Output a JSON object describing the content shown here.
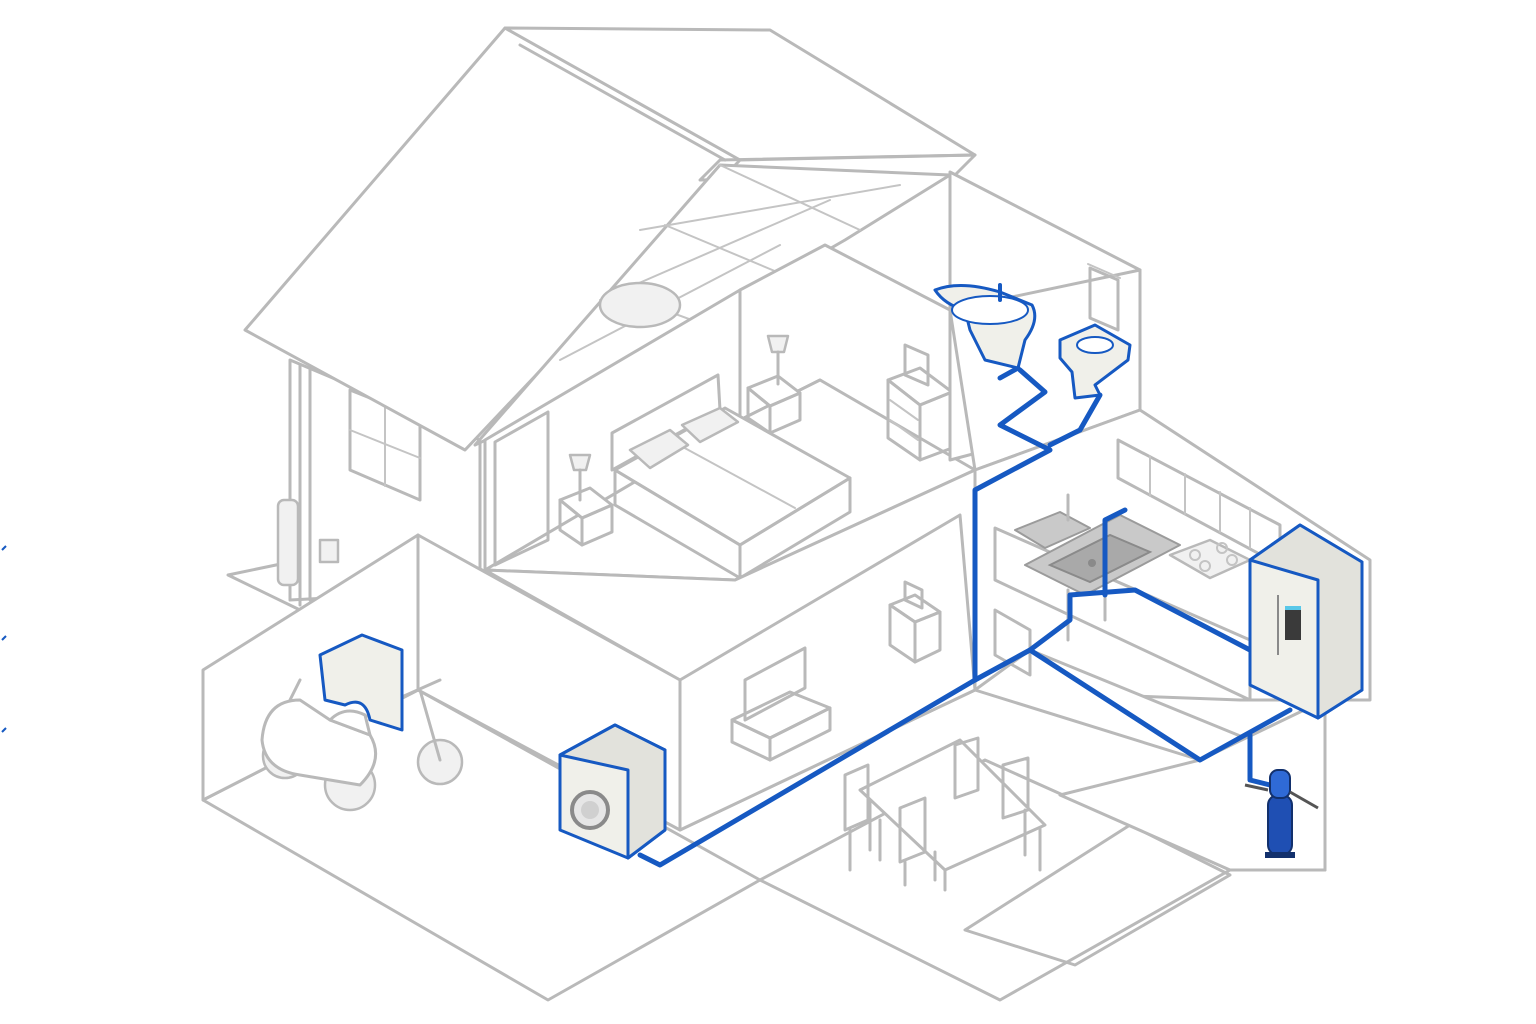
{
  "diagram": {
    "colors": {
      "outline": "#b9b9b9",
      "pipe": "#1659c2",
      "appliance_fill": "#f0f0ea",
      "filter_body": "#1f4fb3"
    },
    "rooms": [
      "attic",
      "bedroom",
      "bathroom",
      "kitchen",
      "garage",
      "living-room",
      "dining-room",
      "utility-room"
    ],
    "water_fixtures": [
      "bathtub",
      "bathroom-sink",
      "kitchen-sink",
      "refrigerator",
      "washing-machine",
      "scooter-tank",
      "whole-house-filter"
    ]
  }
}
